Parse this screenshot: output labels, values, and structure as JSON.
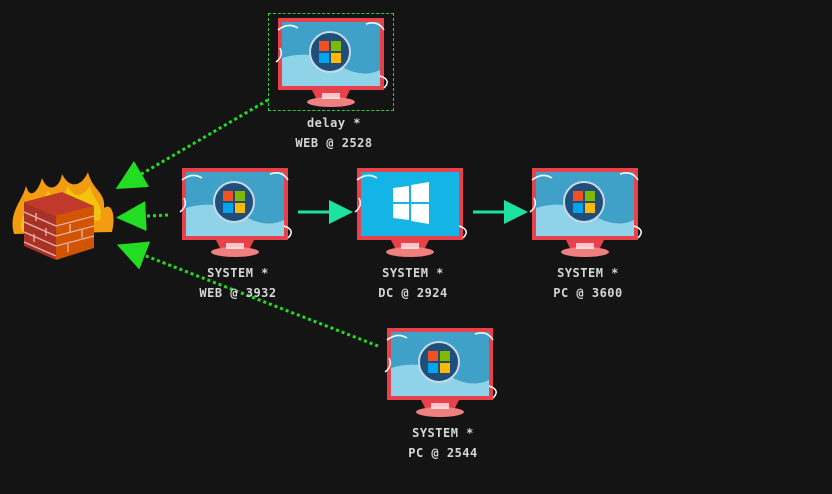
{
  "colors": {
    "background": "#141414",
    "callback_edge": "#22dd22",
    "pivot_edge": "#1ee3a0",
    "monitor_frame": "#e8414b",
    "selection": "#2ecc40"
  },
  "firewall": {
    "icon": "burning-firewall-icon"
  },
  "nodes": [
    {
      "id": "n1",
      "user": "delay *",
      "host": "WEB @ 2528",
      "os": "windows-7-icon",
      "selected": true
    },
    {
      "id": "n2",
      "user": "SYSTEM *",
      "host": "WEB @ 3932",
      "os": "windows-7-icon",
      "selected": false
    },
    {
      "id": "n3",
      "user": "SYSTEM *",
      "host": "DC @ 2924",
      "os": "windows-10-icon",
      "selected": false
    },
    {
      "id": "n4",
      "user": "SYSTEM *",
      "host": "PC @ 3600",
      "os": "windows-7-icon",
      "selected": false
    },
    {
      "id": "n5",
      "user": "SYSTEM *",
      "host": "PC @ 2544",
      "os": "windows-7-icon",
      "selected": false
    }
  ],
  "edges": [
    {
      "from": "n1",
      "to": "firewall",
      "kind": "callback"
    },
    {
      "from": "n2",
      "to": "firewall",
      "kind": "callback"
    },
    {
      "from": "n5",
      "to": "firewall",
      "kind": "callback"
    },
    {
      "from": "n2",
      "to": "n3",
      "kind": "pivot"
    },
    {
      "from": "n3",
      "to": "n4",
      "kind": "pivot"
    }
  ]
}
